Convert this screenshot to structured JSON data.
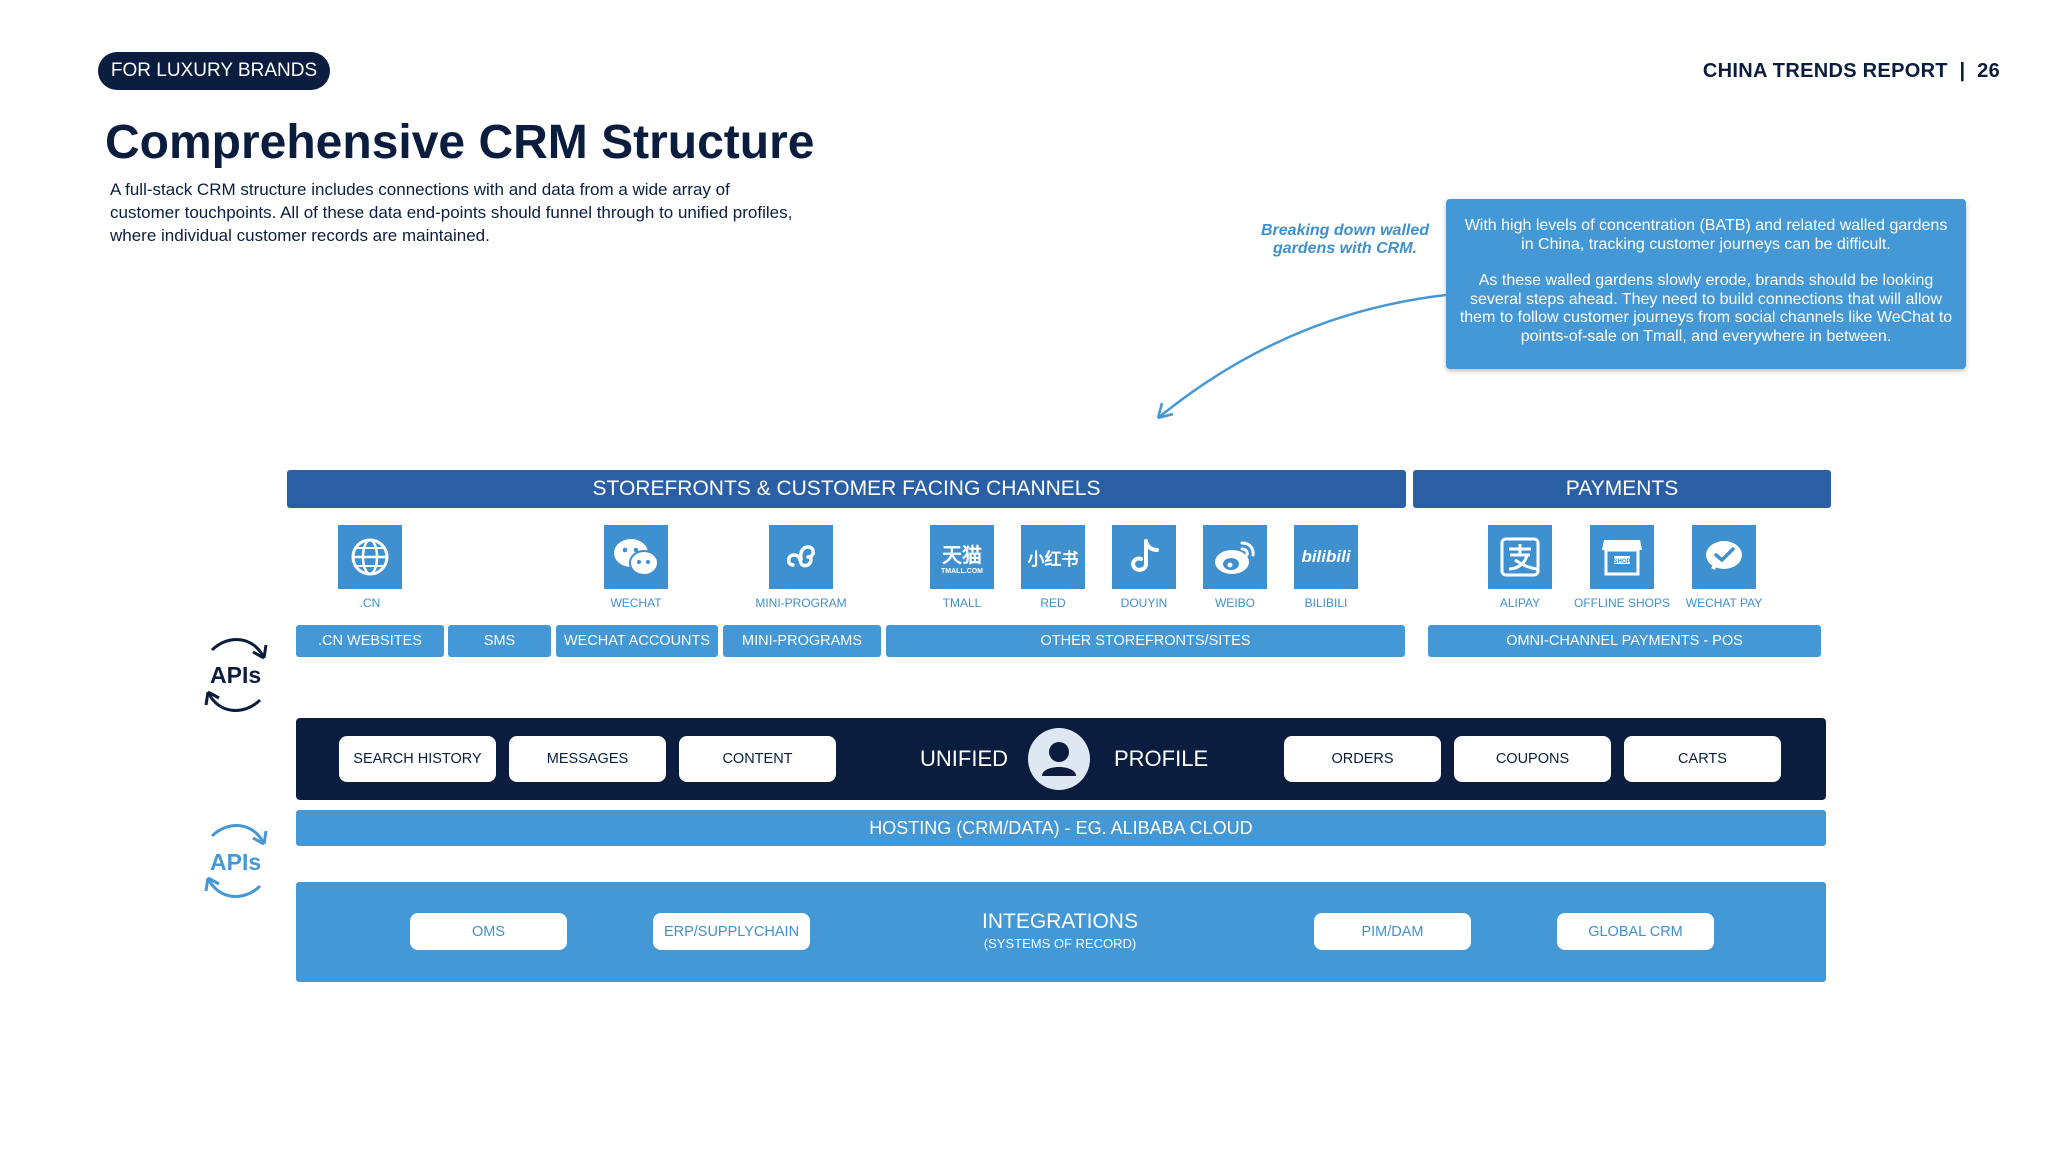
{
  "tag": "FOR LUXURY BRANDS",
  "report": "CHINA TRENDS REPORT  |  26",
  "title": "Comprehensive CRM Structure",
  "intro": "A full-stack CRM structure includes connections with and data from a wide array of customer touchpoints. All of these data end-points should funnel through to unified profiles, where individual customer records are maintained.",
  "callout": {
    "label": "Breaking down walled gardens with CRM.",
    "p1": "With high levels of concentration (BATB) and related walled gardens in China, tracking customer journeys can be difficult.",
    "p2": "As these walled gardens slowly erode, brands should be looking several steps ahead. They need to build connections that will allow them to follow customer journeys from social channels like WeChat to points-of-sale on Tmall, and everywhere in between."
  },
  "headers": {
    "storefronts": "STOREFRONTS & CUSTOMER FACING CHANNELS",
    "payments": "PAYMENTS"
  },
  "icons": {
    "cn": ".CN",
    "wechat": "WECHAT",
    "mini": "MINI-PROGRAM",
    "tmall": "TMALL",
    "red": "RED",
    "douyin": "DOUYIN",
    "weibo": "WEIBO",
    "bilibili": "BILIBILI",
    "alipay": "ALIPAY",
    "offline": "OFFLINE SHOPS",
    "wechatpay": "WECHAT PAY"
  },
  "icon_glyphs": {
    "tmall": "天猫",
    "tmall_sub": "TMALL.COM",
    "red": "小红书",
    "bilibili": "bilibili",
    "shop": "SHOP"
  },
  "channels": {
    "cn": ".CN WEBSITES",
    "sms": "SMS",
    "wechat": "WECHAT ACCOUNTS",
    "mini": "MINI-PROGRAMS",
    "other": "OTHER STOREFRONTS/SITES",
    "omni": "OMNI-CHANNEL PAYMENTS - POS"
  },
  "apis": "APIs",
  "profile": {
    "search": "SEARCH HISTORY",
    "messages": "MESSAGES",
    "content": "CONTENT",
    "unified": "UNIFIED",
    "profile": "PROFILE",
    "orders": "ORDERS",
    "coupons": "COUPONS",
    "carts": "CARTS"
  },
  "hosting": "HOSTING (CRM/DATA) - EG. ALIBABA CLOUD",
  "integrations": {
    "title": "INTEGRATIONS",
    "subtitle": "(SYSTEMS OF RECORD)",
    "oms": "OMS",
    "erp": "ERP/SUPPLYCHAIN",
    "pim": "PIM/DAM",
    "global": "GLOBAL CRM"
  },
  "colors": {
    "navy": "#0b1d3f",
    "blue": "#4498d5",
    "dark_blue": "#2a5fa6",
    "icon_blue": "#3f90cf"
  }
}
